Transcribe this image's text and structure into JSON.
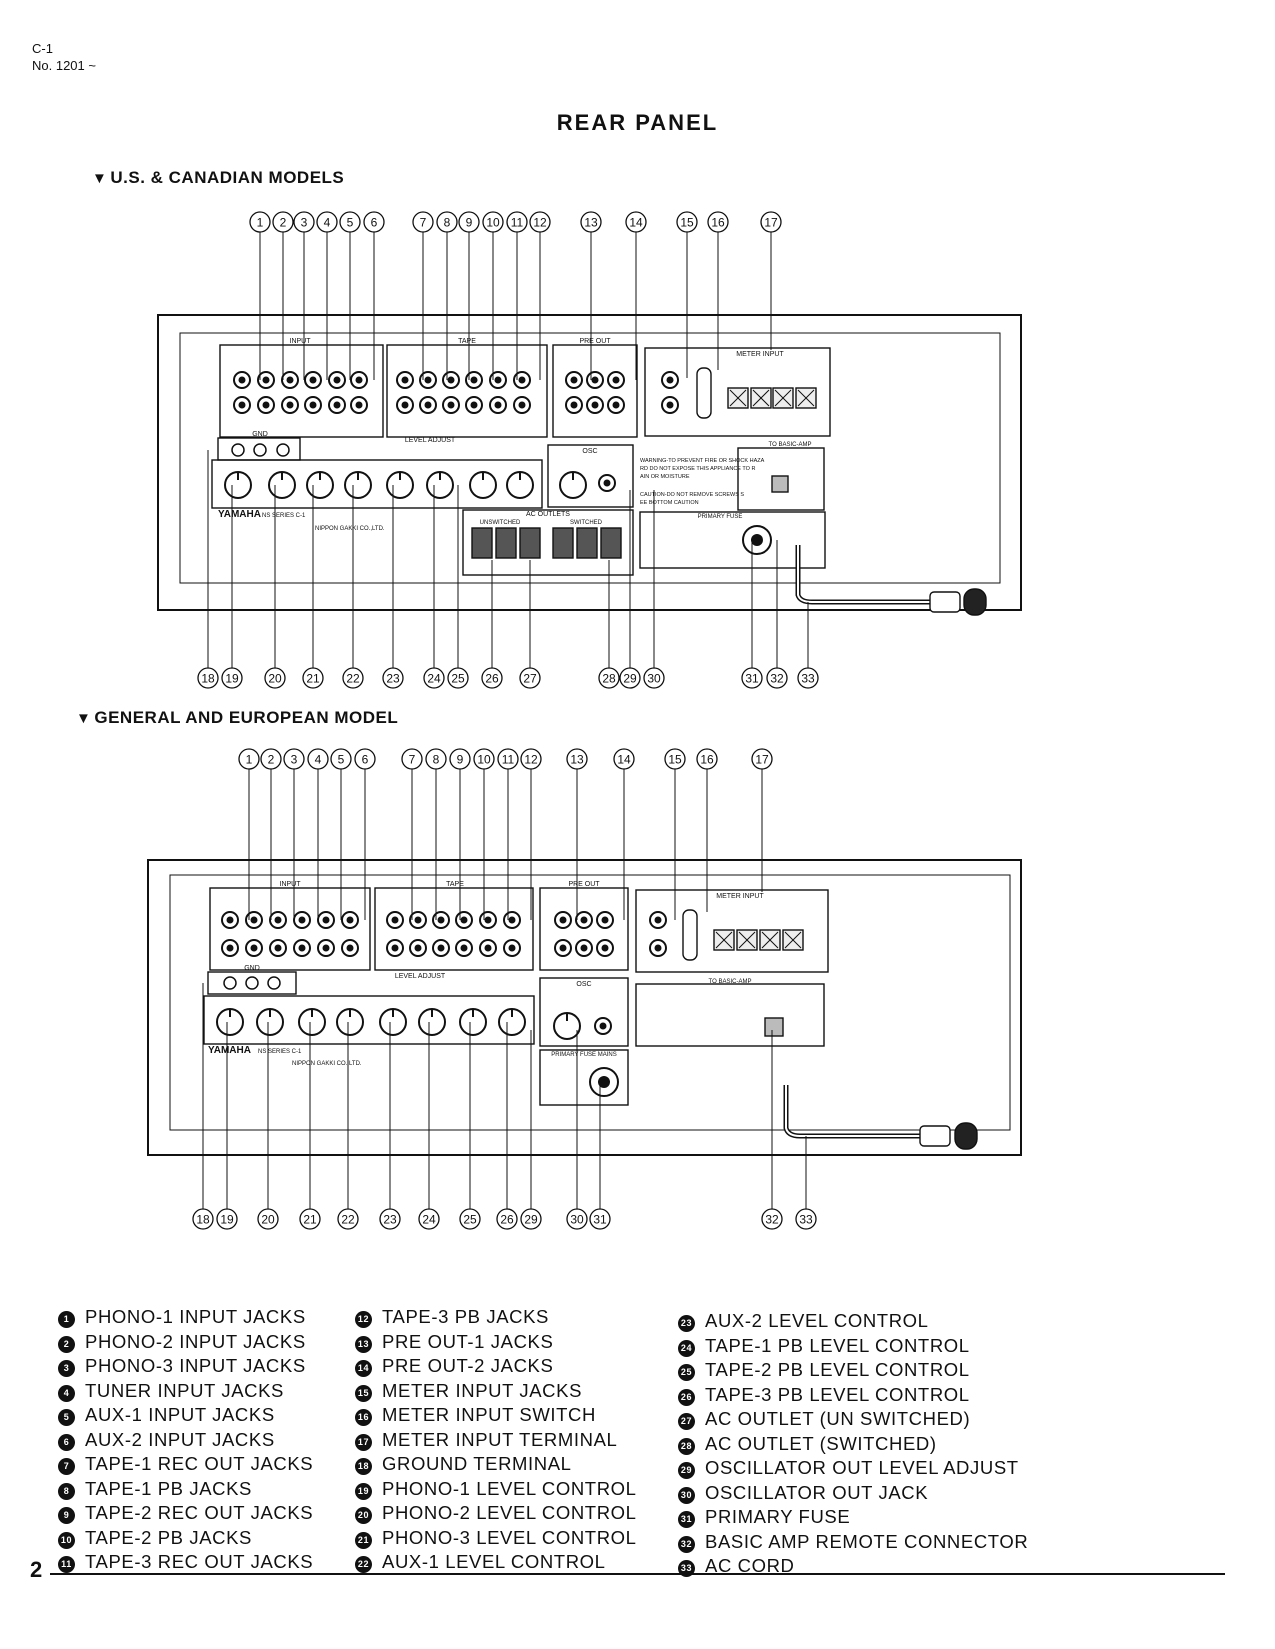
{
  "header": {
    "doc_code": "C-1",
    "serial": "No. 1201 ~"
  },
  "title": "REAR PANEL",
  "models": [
    {
      "label": "U.S. & CANADIAN MODELS"
    },
    {
      "label": "GENERAL AND EUROPEAN MODEL"
    }
  ],
  "panel": {
    "brand": "YAMAHA",
    "input": "INPUT",
    "tape": "TAPE",
    "pre_out": "PRE OUT",
    "meter_input": "METER INPUT",
    "level_adjust": "LEVEL ADJUST",
    "osc": "OSC",
    "gnd": "GND",
    "to_basic_amp": "TO BASIC-AMP",
    "ac_outlets": "AC OUTLETS",
    "unswitched": "UNSWITCHED",
    "switched": "SWITCHED",
    "primary_fuse": "PRIMARY FUSE",
    "primary_fuse_mains": "PRIMARY FUSE MAINS",
    "warning": "WARNING-TO PREVENT FIRE OR SHOCK HAZARD DO NOT EXPOSE THIS APPLIANCE TO RAIN OR MOISTURE",
    "caution": "CAUTION-DO NOT REMOVE SCREWS SEE BOTTOM CAUTION",
    "model_line": "NS SERIES C-1",
    "maker": "NIPPON GAKKI CO.,LTD."
  },
  "callouts_us_top": [
    "1",
    "2",
    "3",
    "4",
    "5",
    "6",
    "7",
    "8",
    "9",
    "10",
    "11",
    "12",
    "13",
    "14",
    "15",
    "16",
    "17"
  ],
  "callouts_us_bottom": [
    "18",
    "19",
    "20",
    "21",
    "22",
    "23",
    "24",
    "25",
    "26",
    "27",
    "28",
    "29",
    "30",
    "31",
    "32",
    "33"
  ],
  "callouts_eu_top": [
    "1",
    "2",
    "3",
    "4",
    "5",
    "6",
    "7",
    "8",
    "9",
    "10",
    "11",
    "12",
    "13",
    "14",
    "15",
    "16",
    "17"
  ],
  "callouts_eu_bottom": [
    "18",
    "19",
    "20",
    "21",
    "22",
    "23",
    "24",
    "25",
    "26",
    "29",
    "30",
    "31",
    "32",
    "33"
  ],
  "legend": [
    {
      "num": "1",
      "label": "PHONO-1 INPUT JACKS"
    },
    {
      "num": "2",
      "label": "PHONO-2 INPUT JACKS"
    },
    {
      "num": "3",
      "label": "PHONO-3 INPUT JACKS"
    },
    {
      "num": "4",
      "label": "TUNER INPUT JACKS"
    },
    {
      "num": "5",
      "label": "AUX-1 INPUT JACKS"
    },
    {
      "num": "6",
      "label": "AUX-2 INPUT JACKS"
    },
    {
      "num": "7",
      "label": "TAPE-1 REC OUT JACKS"
    },
    {
      "num": "8",
      "label": "TAPE-1 PB JACKS"
    },
    {
      "num": "9",
      "label": "TAPE-2 REC OUT JACKS"
    },
    {
      "num": "10",
      "label": "TAPE-2 PB JACKS"
    },
    {
      "num": "11",
      "label": "TAPE-3 REC OUT JACKS"
    },
    {
      "num": "12",
      "label": "TAPE-3 PB JACKS"
    },
    {
      "num": "13",
      "label": "PRE OUT-1 JACKS"
    },
    {
      "num": "14",
      "label": "PRE OUT-2 JACKS"
    },
    {
      "num": "15",
      "label": "METER INPUT JACKS"
    },
    {
      "num": "16",
      "label": "METER INPUT SWITCH"
    },
    {
      "num": "17",
      "label": "METER INPUT TERMINAL"
    },
    {
      "num": "18",
      "label": "GROUND TERMINAL"
    },
    {
      "num": "19",
      "label": "PHONO-1 LEVEL CONTROL"
    },
    {
      "num": "20",
      "label": "PHONO-2 LEVEL CONTROL"
    },
    {
      "num": "21",
      "label": "PHONO-3 LEVEL CONTROL"
    },
    {
      "num": "22",
      "label": "AUX-1 LEVEL CONTROL"
    },
    {
      "num": "23",
      "label": "AUX-2 LEVEL CONTROL"
    },
    {
      "num": "24",
      "label": "TAPE-1 PB LEVEL CONTROL"
    },
    {
      "num": "25",
      "label": "TAPE-2 PB LEVEL CONTROL"
    },
    {
      "num": "26",
      "label": "TAPE-3 PB LEVEL CONTROL"
    },
    {
      "num": "27",
      "label": "AC OUTLET (UN SWITCHED)"
    },
    {
      "num": "28",
      "label": "AC OUTLET (SWITCHED)"
    },
    {
      "num": "29",
      "label": "OSCILLATOR OUT LEVEL ADJUST"
    },
    {
      "num": "30",
      "label": "OSCILLATOR OUT JACK"
    },
    {
      "num": "31",
      "label": "PRIMARY FUSE"
    },
    {
      "num": "32",
      "label": "BASIC AMP REMOTE CONNECTOR"
    },
    {
      "num": "33",
      "label": "AC CORD"
    }
  ],
  "page_number": "2"
}
